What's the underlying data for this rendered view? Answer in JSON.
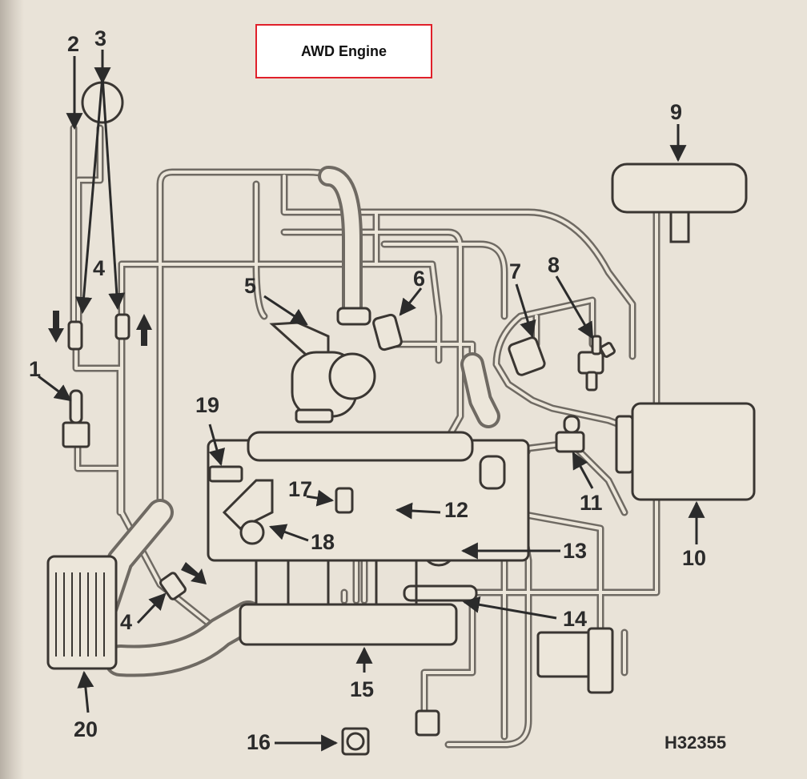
{
  "title": "AWD Engine",
  "figure_code": "H32355",
  "callouts": [
    "1",
    "2",
    "3",
    "4",
    "4",
    "5",
    "6",
    "7",
    "8",
    "9",
    "10",
    "11",
    "12",
    "13",
    "14",
    "15",
    "16",
    "17",
    "18",
    "19",
    "20"
  ],
  "colors": {
    "background": "#e9e3d8",
    "line": "#6f6a63",
    "title_border": "#e0202a"
  }
}
